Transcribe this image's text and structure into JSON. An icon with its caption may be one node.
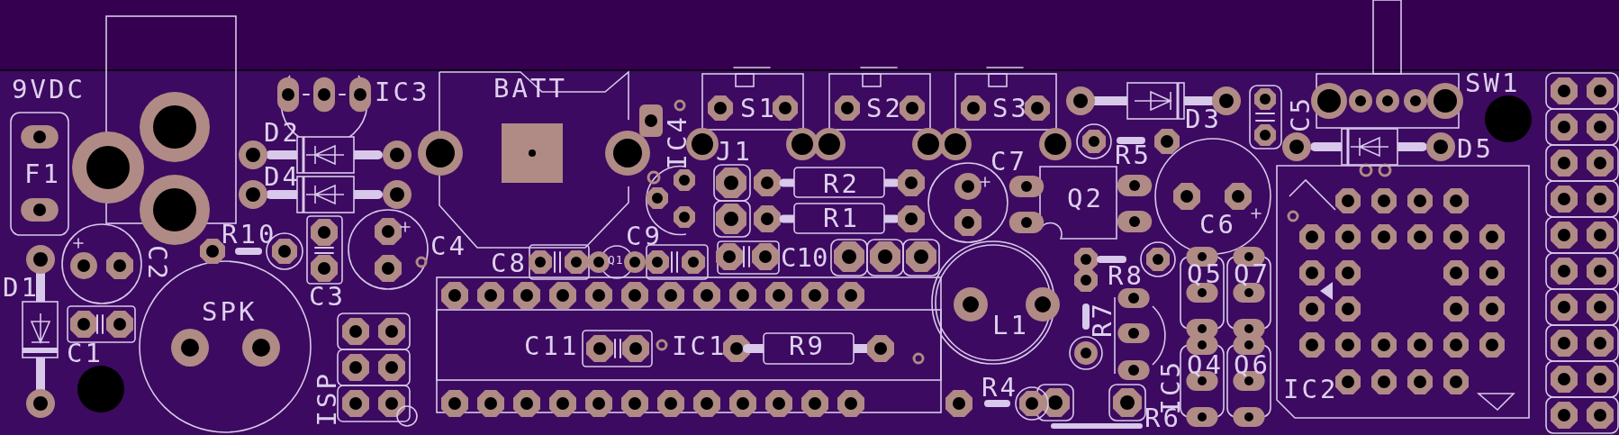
{
  "diagram": {
    "labels": [
      "9VDC",
      "IC3",
      "BATT",
      "S1",
      "S2",
      "S3",
      "D3",
      "C5",
      "SW1",
      "D2",
      "IC4",
      "J1",
      "C7",
      "R5",
      "D5",
      "F1",
      "D4",
      "R2",
      "Q2",
      "R10",
      "C4",
      "C9",
      "R1",
      "C6",
      "C2",
      "C8",
      "Q1",
      "C10",
      "R8",
      "Q5",
      "Q7",
      "D1",
      "SPK",
      "C3",
      "L1",
      "R7",
      "C1",
      "ISP",
      "C11",
      "IC1",
      "R9",
      "R4",
      "IC5",
      "Q4",
      "Q6",
      "IC2",
      "R6"
    ]
  }
}
